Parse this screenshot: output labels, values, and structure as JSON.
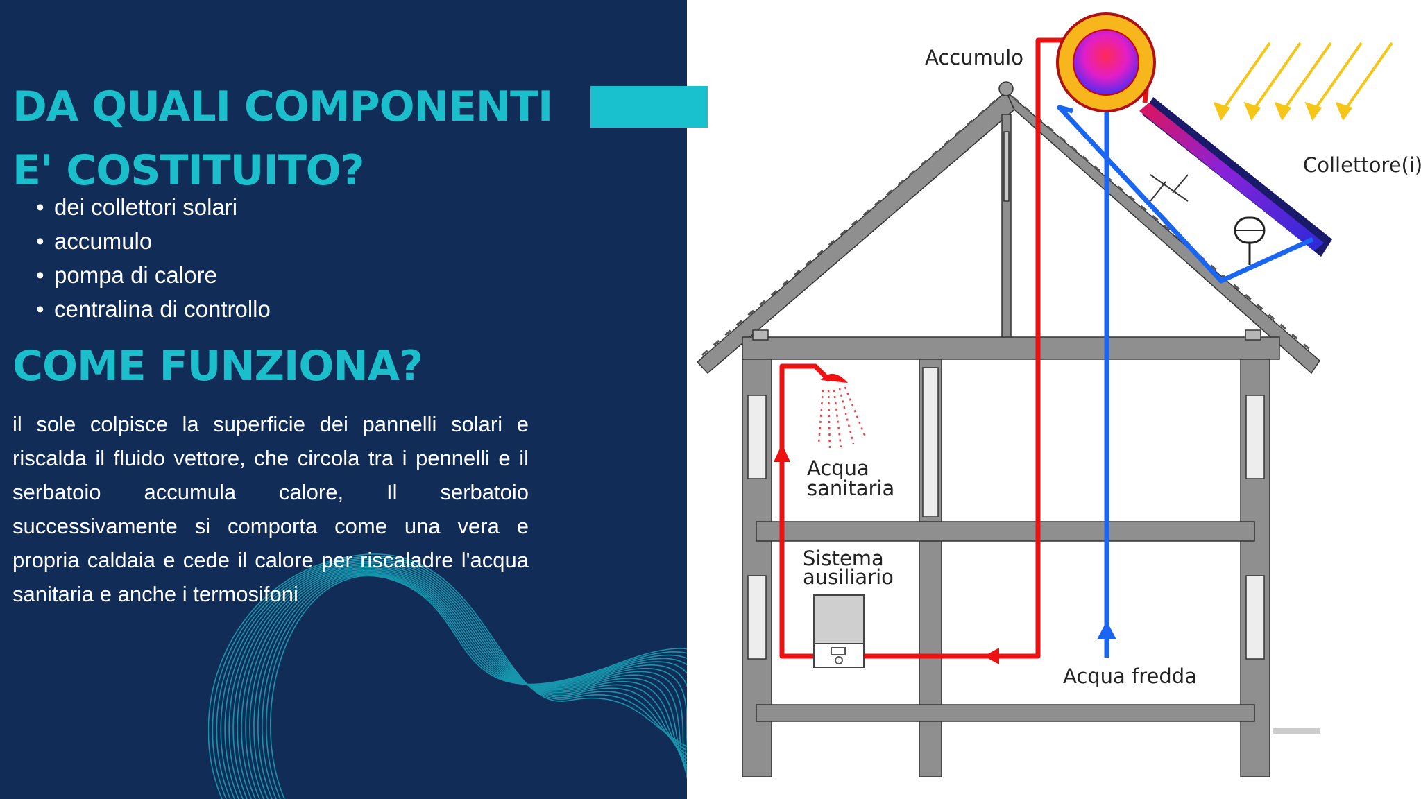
{
  "slide": {
    "heading_components": [
      "DA QUALI COMPONENTI",
      "E' COSTITUITO?"
    ],
    "components": [
      "dei collettori solari",
      "accumulo",
      "pompa di calore",
      "centralina di controllo"
    ],
    "heading_how": "COME FUNZIONA?",
    "description": "il sole colpisce la superficie dei pannelli solari e riscalda il fluido vettore, che circola tra i pennelli e il serbatoio accumula calore, Il serbatoio successivamente si comporta come una vera e propria caldaia e cede il calore per riscaladre l'acqua sanitaria e anche i termosifoni"
  },
  "diagram": {
    "label_storage": "Accumulo",
    "label_collectors": "Collettore(i)",
    "label_hot_water": [
      "Acqua",
      "sanitaria"
    ],
    "label_aux": [
      "Sistema",
      "ausiliario"
    ],
    "label_cold_water": "Acqua fredda"
  },
  "colors": {
    "background_dark": "#112c57",
    "accent": "#18c1cd",
    "hot_pipe": "#ee1111",
    "cold_pipe": "#1a66f2",
    "sun_rays": "#f5c518",
    "structure": "#8a8a8a"
  }
}
